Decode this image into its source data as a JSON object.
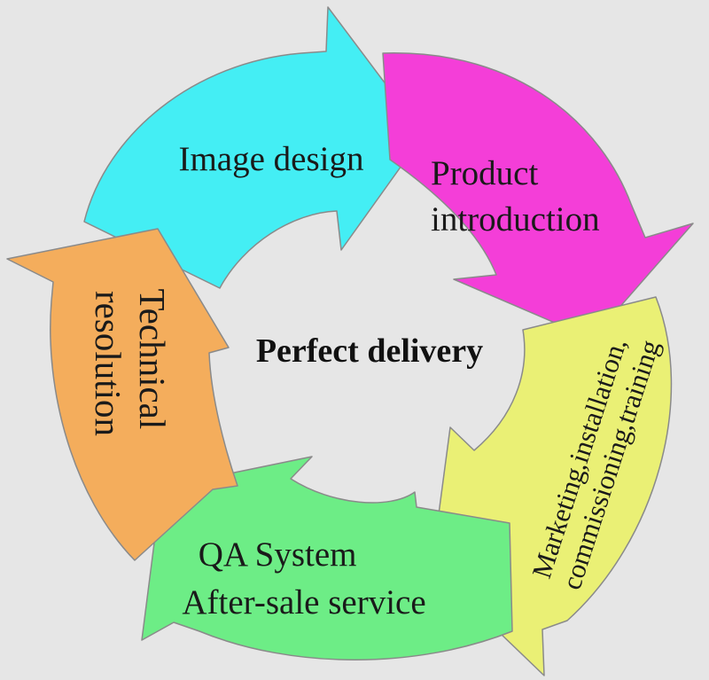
{
  "center_label": "Perfect delivery",
  "steps": [
    {
      "lines": [
        "Image design"
      ],
      "color": "#44eef4"
    },
    {
      "lines": [
        "Product",
        "introduction"
      ],
      "color": "#f43ed8"
    },
    {
      "lines": [
        "Marketing,installation,",
        "commissioning,training"
      ],
      "color": "#eaf075"
    },
    {
      "lines": [
        "QA System",
        "After-sale service"
      ],
      "color": "#6ded86"
    },
    {
      "lines": [
        "Technical",
        "resolution"
      ],
      "color": "#f4ad5c"
    }
  ],
  "colors": {
    "background": "#e6e6e6",
    "outline": "#8a8a8a",
    "text": "#1a1a1a"
  }
}
